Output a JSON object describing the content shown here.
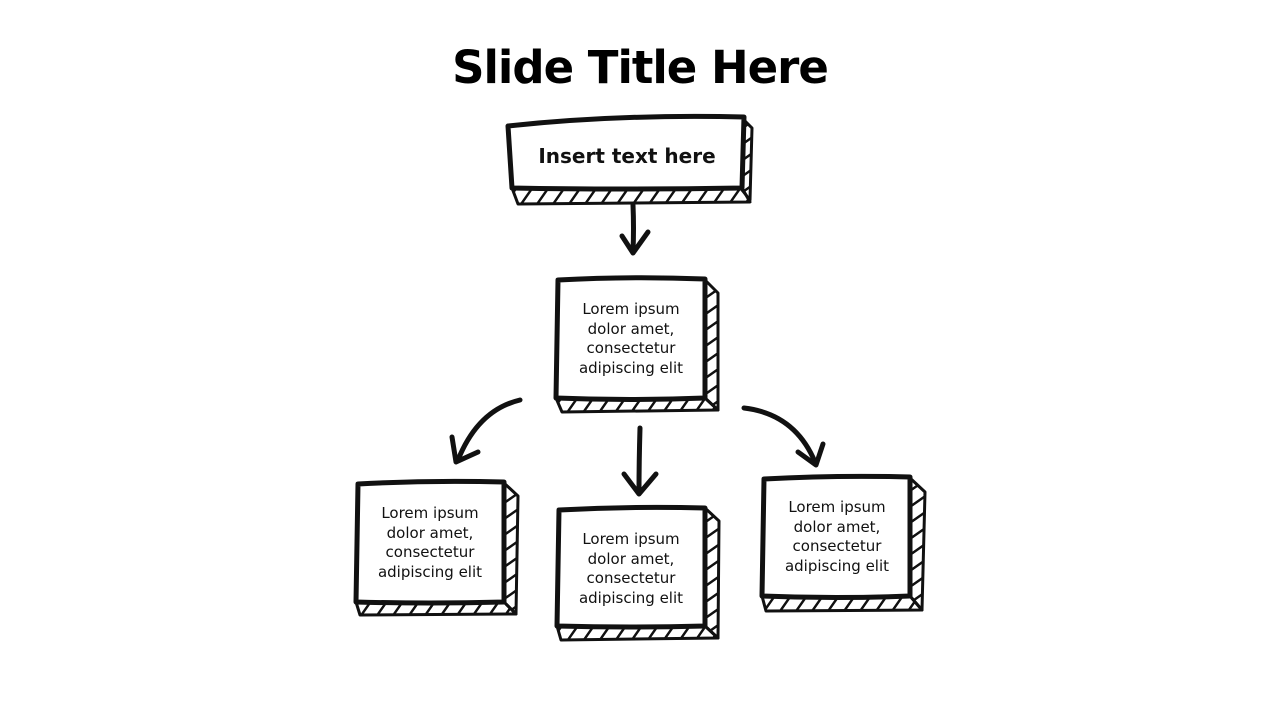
{
  "slide": {
    "title": "Slide Title Here"
  },
  "nodes": {
    "top": {
      "label": "Insert text here"
    },
    "middle": {
      "text": "Lorem ipsum\ndolor amet,\nconsectetur\nadipiscing elit"
    },
    "bottom_left": {
      "text": "Lorem ipsum\ndolor amet,\nconsectetur\nadipiscing elit"
    },
    "bottom_center": {
      "text": "Lorem ipsum\ndolor amet,\nconsectetur\nadipiscing elit"
    },
    "bottom_right": {
      "text": "Lorem ipsum\ndolor amet,\nconsectetur\nadipiscing elit"
    }
  },
  "style": {
    "stroke_color": "#111111",
    "background_color": "#ffffff"
  }
}
